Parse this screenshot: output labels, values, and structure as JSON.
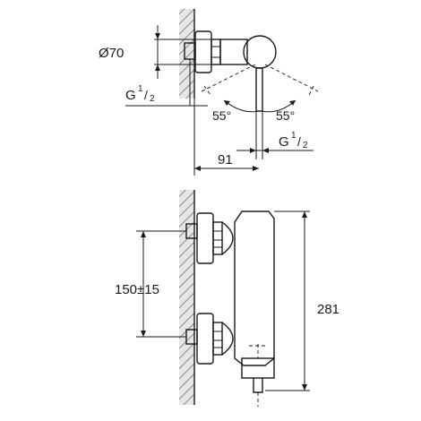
{
  "drawing": {
    "top_view": {
      "diameter_label": "Ø70",
      "thread_left": {
        "main": "G",
        "sup": "1",
        "sub": "2"
      },
      "angle_left": "55°",
      "angle_right": "55°",
      "thread_right": {
        "main": "G",
        "sup": "1",
        "sub": "2"
      },
      "projection": "91"
    },
    "front_view": {
      "center_distance": "150±15",
      "height": "281"
    }
  },
  "colors": {
    "line": "#1a1a1a",
    "wall": "#bdbdbd",
    "hatch": "#8a8a8a"
  }
}
